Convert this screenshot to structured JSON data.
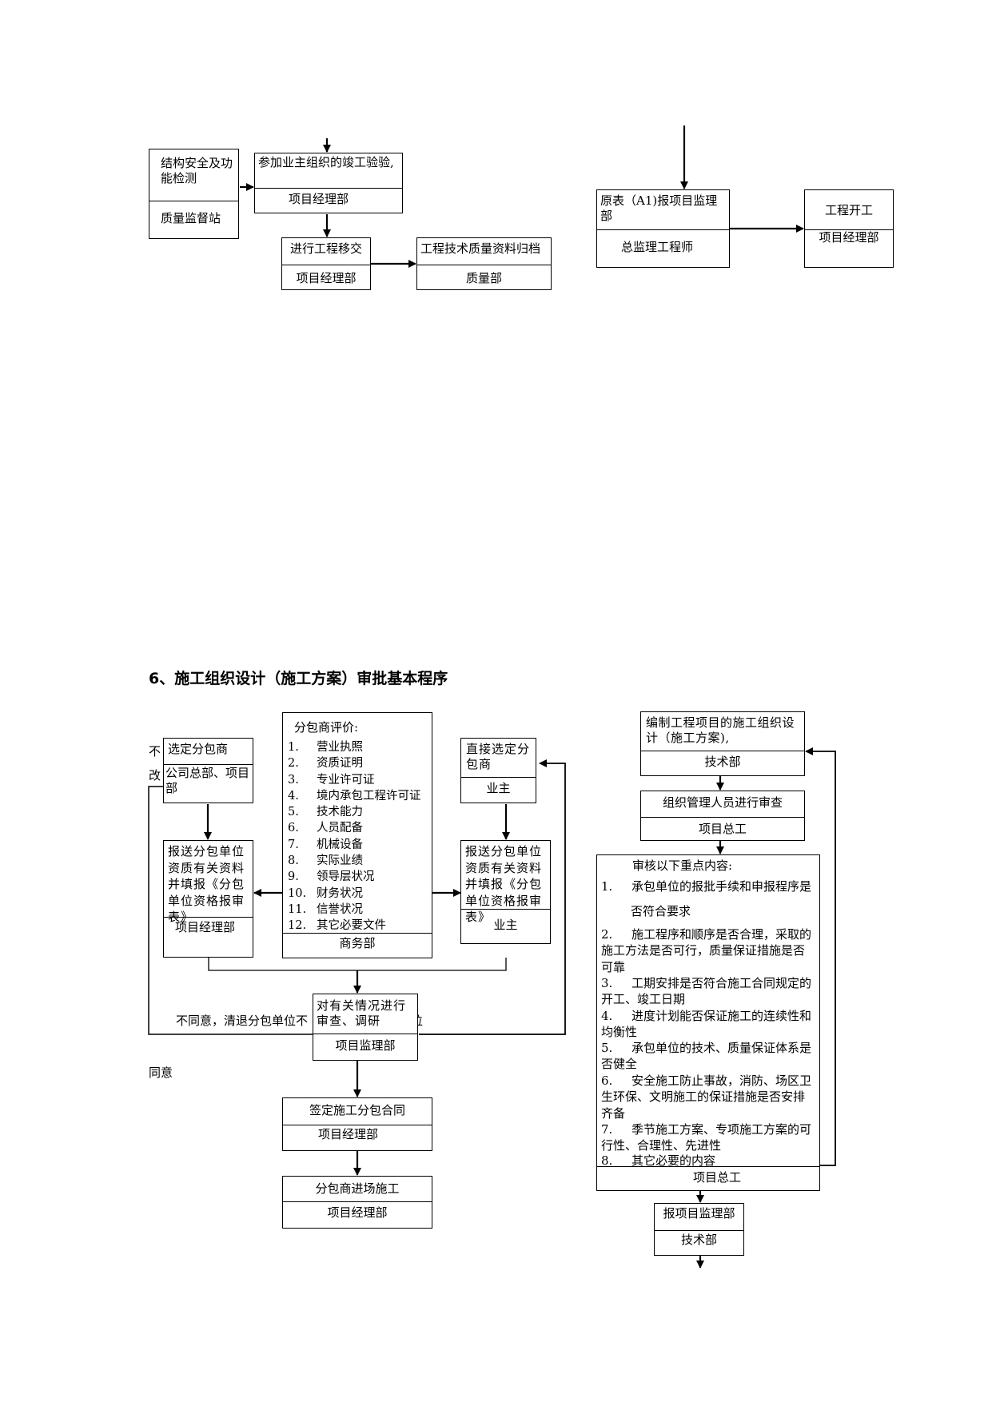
{
  "top_left": {
    "check": {
      "title": "结构安全及功能检测",
      "dept": "质量监督站"
    },
    "acceptance": {
      "title": "参加业主组织的竣工验验,",
      "dept": "项目经理部"
    },
    "handover": {
      "title": "进行工程移交",
      "dept": "项目经理部"
    },
    "archive": {
      "title": "工程技术质量资料归档",
      "dept": "质量部"
    }
  },
  "top_right": {
    "report": {
      "title": "原表（A1)报项目监理部",
      "dept": "总监理工程师"
    },
    "start": {
      "title": "工程开工",
      "dept": "项目经理部"
    }
  },
  "section_heading": "6、施工组织设计（施工方案）审批基本程序",
  "left_flow": {
    "select_sub": {
      "title": "选定分包商",
      "dept": "公司总部、项目部"
    },
    "submit_left": {
      "title": "报送分包单位资质有关资料并填报《分包单位资格报审表》",
      "dept": "项目经理部"
    },
    "evaluation": {
      "title": "分包商评价:",
      "items": [
        {
          "num": "1.",
          "text": "营业执照"
        },
        {
          "num": "2.",
          "text": "资质证明"
        },
        {
          "num": "3.",
          "text": "专业许可证"
        },
        {
          "num": "4.",
          "text": "境内承包工程许可证"
        },
        {
          "num": "5.",
          "text": "技术能力"
        },
        {
          "num": "6.",
          "text": "人员配备"
        },
        {
          "num": "7.",
          "text": "机械设备"
        },
        {
          "num": "8.",
          "text": "实际业绩"
        },
        {
          "num": "9.",
          "text": "领导层状况"
        },
        {
          "num": "10.",
          "text": "财务状况"
        },
        {
          "num": "11.",
          "text": "信誉状况"
        },
        {
          "num": "12.",
          "text": "其它必要文件"
        }
      ],
      "dept": "商务部"
    },
    "direct_sub": {
      "title": "直接选定分包商",
      "dept": "业主"
    },
    "submit_right": {
      "title": "报送分包单位资质有关资料并填报《分包单位资格报审表》",
      "dept": "业主"
    },
    "review": {
      "title": "对有关情况进行审查、调研",
      "dept": "项目监理部"
    },
    "reject_note": "不同意，清退分包单位不",
    "reject_tail": "位",
    "side_note_1": "不",
    "side_note_2": "改",
    "agree_note": "同意",
    "contract": {
      "title": "签定施工分包合同",
      "dept": "项目经理部"
    },
    "enter_site": {
      "title": "分包商进场施工",
      "dept": "项目经理部"
    }
  },
  "right_flow": {
    "prepare": {
      "title": "编制工程项目的施工组织设计（施工方案),",
      "dept": "技术部"
    },
    "organize": {
      "title": "组织管理人员进行审查",
      "dept": "项目总工"
    },
    "review_points": {
      "title": "审核以下重点内容:",
      "items": [
        {
          "num": "1.",
          "text": "承包单位的报批手续和申报程序是"
        },
        {
          "num": "",
          "text": "否符合要求"
        },
        {
          "num": "2.",
          "text": "施工程序和顺序是否合理，采取的施工方法是否可行，质量保证措施是否可靠"
        },
        {
          "num": "3.",
          "text": "工期安排是否符合施工合同规定的开工、竣工日期"
        },
        {
          "num": "4.",
          "text": "进度计划能否保证施工的连续性和均衡性"
        },
        {
          "num": "5.",
          "text": "承包单位的技术、质量保证体系是否健全"
        },
        {
          "num": "6.",
          "text": "安全施工防止事故，消防、场区卫生环保、文明施工的保证措施是否安排齐备"
        },
        {
          "num": "7.",
          "text": "季节施工方案、专项施工方案的可行性、合理性、先进性"
        },
        {
          "num": "8.",
          "text": "其它必要的内容"
        }
      ],
      "dept": "项目总工"
    },
    "report_supervision": {
      "title": "报项目监理部",
      "dept": "技术部"
    }
  }
}
